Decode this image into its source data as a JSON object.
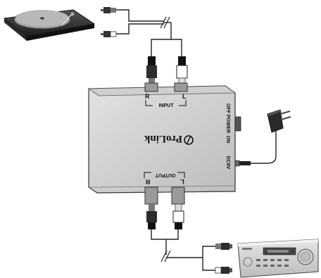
{
  "device": {
    "brand": "ProLink",
    "input_label": "INPUT",
    "output_label": "OUTPUT",
    "input_r": "R",
    "input_l": "L",
    "output_r": "R",
    "output_l": "L",
    "power_off": "OFF",
    "power_label": "POWER",
    "power_on": "ON",
    "dc_label": "DC9V"
  },
  "colors": {
    "device_body": "#bfbfbf",
    "device_face": "#d4d4d4",
    "cable": "#222222",
    "jack": "#9a9a9a"
  },
  "icons": {
    "source": "turntable-icon",
    "destination": "receiver-icon",
    "adapter": "power-adapter-icon"
  }
}
